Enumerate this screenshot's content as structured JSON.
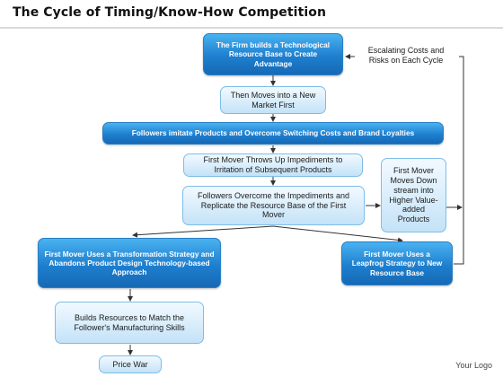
{
  "title": "The Cycle of Timing/Know-How Competition",
  "nodes": {
    "firm_builds": "The Firm builds a Technological Resource Base to Create Advantage",
    "new_market": "Then Moves into a New Market First",
    "followers_imitate": "Followers imitate Products and Overcome Switching Costs and Brand Loyalties",
    "impediments": "First Mover Throws Up Impediments to Irritation of Subsequent Products",
    "overcome": "Followers Overcome the Impediments and Replicate the Resource Base of the First Mover",
    "moves_down": "First Mover Moves Down stream into Higher Value-added Products",
    "transformation": "First Mover Uses a Transformation Strategy and Abandons Product Design Technology-based Approach",
    "leapfrog": "First Mover Uses a Leapfrog Strategy to New Resource Base",
    "builds_resources": "Builds Resources to Match the Follower's Manufacturing Skills",
    "price_war": "Price War"
  },
  "side_note": "Escalating Costs and Risks on Each Cycle",
  "logo_text": "Your Logo",
  "colors": {
    "dark_box": "#1e7fcf",
    "light_box": "#d6ecfb",
    "connector": "#333333"
  }
}
